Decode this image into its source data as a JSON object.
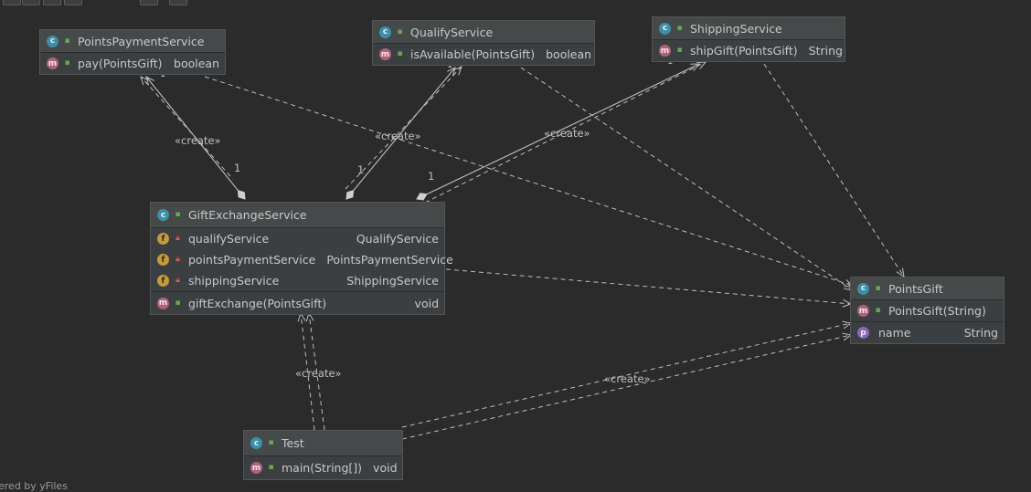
{
  "classes": {
    "points_payment": {
      "name": "PointsPaymentService",
      "kind_badge": "c",
      "members": [
        {
          "badge": "m",
          "name": "pay(PointsGift)",
          "type": "boolean"
        }
      ]
    },
    "qualify": {
      "name": "QualifyService",
      "kind_badge": "c",
      "members": [
        {
          "badge": "m",
          "name": "isAvailable(PointsGift)",
          "type": "boolean"
        }
      ]
    },
    "shipping": {
      "name": "ShippingService",
      "kind_badge": "c",
      "members": [
        {
          "badge": "m",
          "name": "shipGift(PointsGift)",
          "type": "String"
        }
      ]
    },
    "gift_exchange": {
      "name": "GiftExchangeService",
      "kind_badge": "c",
      "fields": [
        {
          "badge": "f",
          "name": "qualifyService",
          "type": "QualifyService"
        },
        {
          "badge": "f",
          "name": "pointsPaymentService",
          "type": "PointsPaymentService"
        },
        {
          "badge": "f",
          "name": "shippingService",
          "type": "ShippingService"
        }
      ],
      "methods": [
        {
          "badge": "m",
          "name": "giftExchange(PointsGift)",
          "type": "void"
        }
      ]
    },
    "points_gift": {
      "name": "PointsGift",
      "kind_badge": "c",
      "constructors": [
        {
          "badge": "m",
          "name": "PointsGift(String)",
          "type": ""
        }
      ],
      "properties": [
        {
          "badge": "p",
          "name": "name",
          "type": "String"
        }
      ]
    },
    "test": {
      "name": "Test",
      "kind_badge": "c",
      "methods": [
        {
          "badge": "m",
          "name": "main(String[])",
          "type": "void"
        }
      ]
    }
  },
  "labels": {
    "create": "«create»",
    "multiplicity": "1"
  },
  "footer": "ered by yFiles",
  "colors": {
    "background": "#2b2b2b",
    "node_fill": "#3c3f41",
    "edge": "#bdbdbd"
  }
}
